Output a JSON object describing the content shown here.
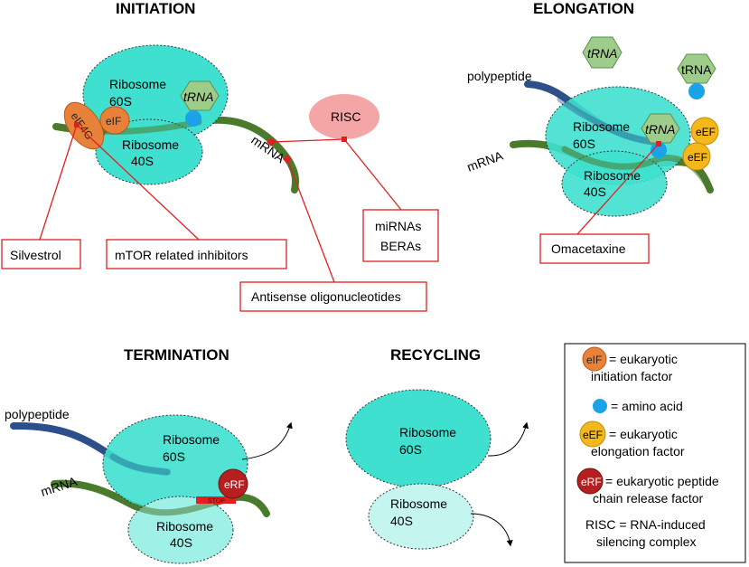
{
  "sections": {
    "initiation": "INITIATION",
    "elongation": "ELONGATION",
    "termination": "TERMINATION",
    "recycling": "RECYCLING"
  },
  "molecules": {
    "ribosome": "Ribosome",
    "s60": "60S",
    "s40": "40S",
    "trna": "tRNA",
    "mrna": "mRNA",
    "polypeptide": "polypeptide",
    "risc": "RISC",
    "eif4g": "eIF4G",
    "eif": "eIF",
    "eef": "eEF",
    "erf": "eRF",
    "stop": "STOP"
  },
  "inhibitors": {
    "silvestrol": "Silvestrol",
    "mtor": "mTOR related inhibitors",
    "antisense": "Antisense oligonucleotides",
    "mirnas": "miRNAs",
    "beras": "BERAs",
    "omacetaxine": "Omacetaxine"
  },
  "legend": {
    "eif_line1": "= eukaryotic",
    "eif_line2": "initiation factor",
    "aa": "= amino acid",
    "eef_line1": "= eukaryotic",
    "eef_line2": "elongation factor",
    "erf_line1": "= eukaryotic peptide",
    "erf_line2": "chain release factor",
    "risc_line1": "RISC = RNA-induced",
    "risc_line2": "silencing complex"
  },
  "colors": {
    "ribosome60": "#3fe0cf",
    "ribosome40": "#9ff0e6",
    "mrna": "#4a7a2c",
    "polypeptide": "#2d4f8a",
    "trna": "#9dcc8b",
    "eif": "#e8823a",
    "eef": "#f4b81c",
    "erf": "#b51f1f",
    "aa": "#1aa3e6",
    "risc": "#f4a6a6",
    "inhibitor": "#e02020"
  }
}
